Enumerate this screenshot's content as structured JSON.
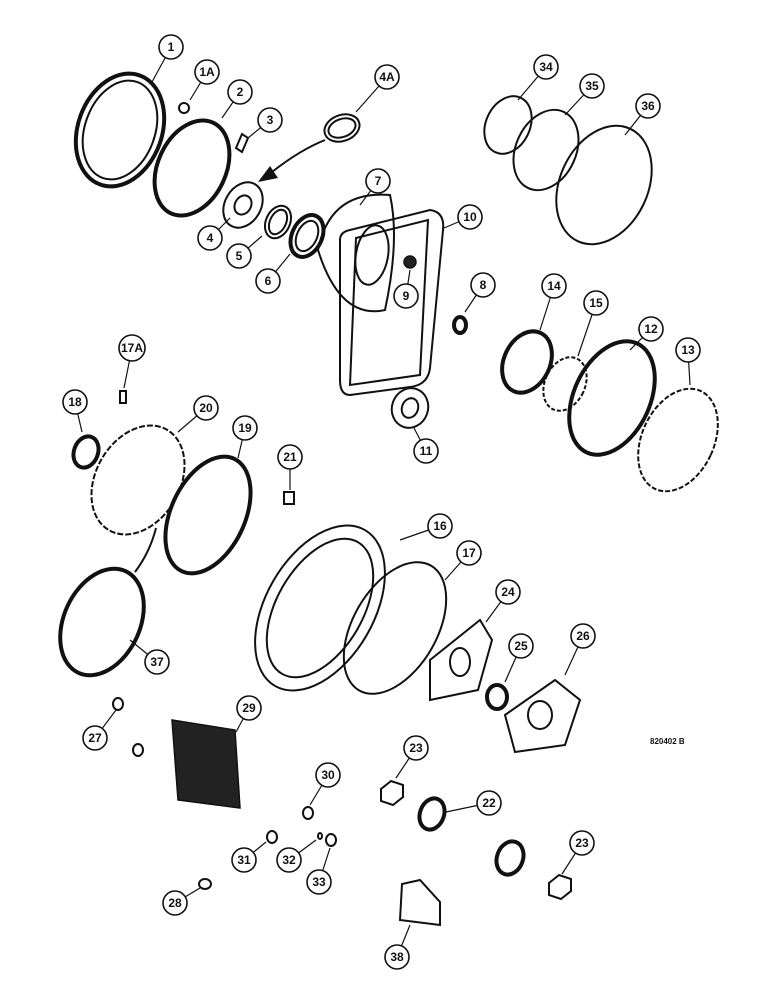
{
  "figure": {
    "reference_code": "820402 B",
    "callouts": [
      "1",
      "1A",
      "2",
      "3",
      "4",
      "4A",
      "5",
      "6",
      "7",
      "8",
      "9",
      "10",
      "11",
      "12",
      "13",
      "14",
      "15",
      "16",
      "17",
      "17A",
      "18",
      "19",
      "20",
      "21",
      "22",
      "23",
      "23",
      "24",
      "25",
      "26",
      "27",
      "28",
      "29",
      "30",
      "31",
      "32",
      "33",
      "34",
      "35",
      "36",
      "37",
      "38"
    ]
  }
}
